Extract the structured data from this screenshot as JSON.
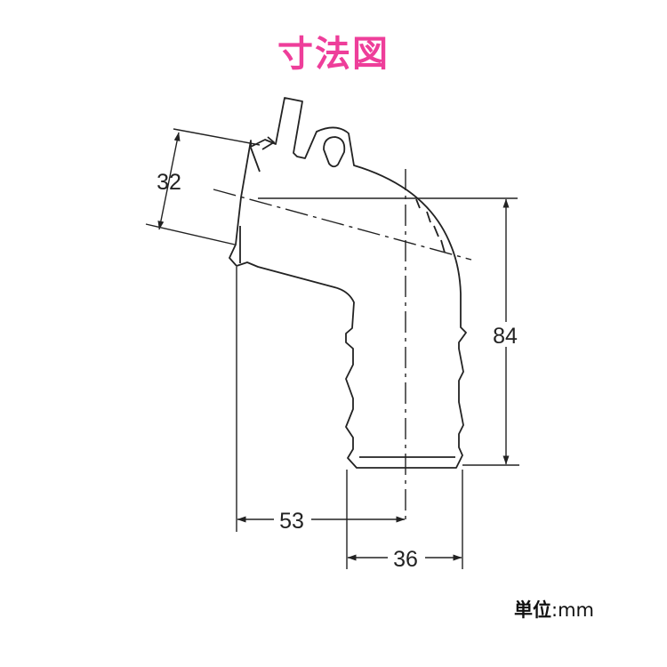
{
  "title": "寸法図",
  "colors": {
    "title": "#ee3e9a",
    "line": "#222222"
  },
  "dimensions": {
    "flange_height": "32",
    "total_height": "84",
    "offset_width": "53",
    "outlet_width": "36"
  },
  "unit": {
    "label": "単位",
    "separator": ":",
    "value": "mm"
  }
}
